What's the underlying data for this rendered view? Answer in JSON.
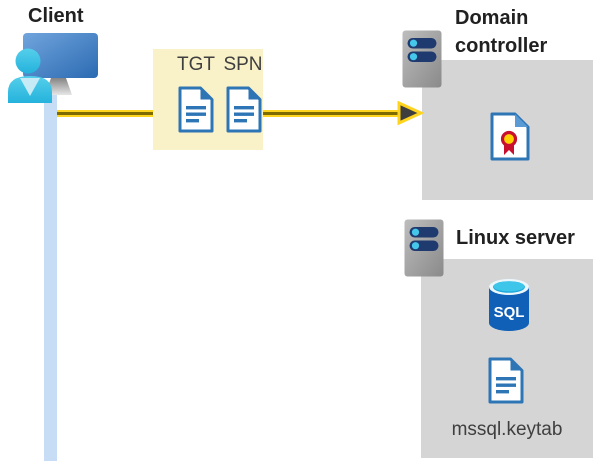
{
  "labels": {
    "client": "Client",
    "domain_controller": "Domain controller",
    "linux_server": "Linux server",
    "tgt": "TGT",
    "spn": "SPN",
    "sql": "SQL",
    "keytab_file": "mssql.keytab"
  },
  "colors": {
    "arrow_yellow": "#FFD41F",
    "arrow_core_olive": "#7E6B00",
    "arrowhead_dark": "#3E3E3E",
    "ticket_box_bg": "#F9F1C8",
    "server_box_bg": "#D5D5D5",
    "document_blue": "#2E75B6",
    "sql_cylinder_blue": "#1160B7",
    "sql_top_cyan": "#35C1E6",
    "server_bar_navy": "#1E3A6E",
    "server_led_cyan": "#45C6EA",
    "person_cyan": "#35C4E6",
    "monitor_blue": "#3C78C0",
    "timeline_light_blue": "#C7DCF5",
    "certificate_red": "#C8102E",
    "certificate_gold": "#FFD100",
    "heading_text": "#212121",
    "caption_text": "#3F3F3F"
  }
}
